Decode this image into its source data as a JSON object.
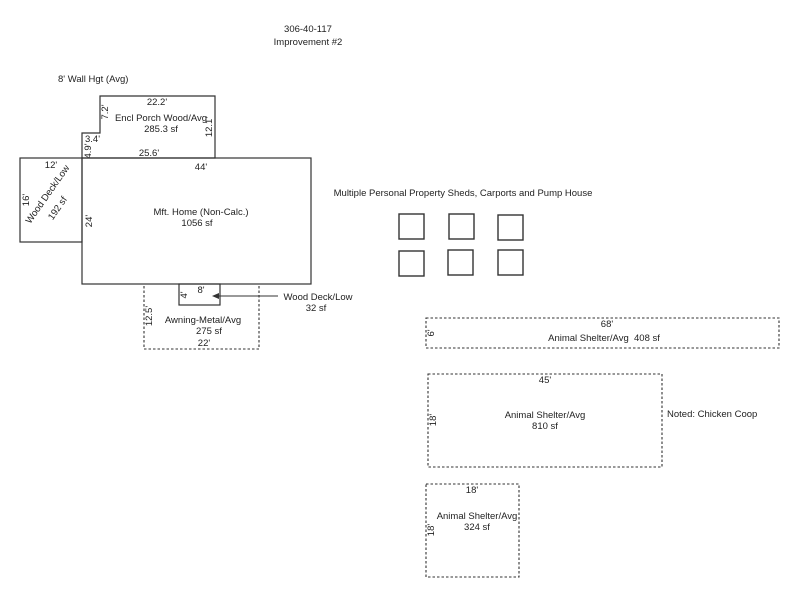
{
  "header": {
    "parcel_id": "306-40-117",
    "improvement": "Improvement #2"
  },
  "wall_height": "8' Wall Hgt (Avg)",
  "areas": {
    "porch": {
      "name": "Encl Porch Wood/Avg",
      "area": "285.3 sf",
      "dims": {
        "top": "22.2'",
        "left_upper": "7.2'",
        "step": "3.4'",
        "left_lower": "4.9'",
        "bottom": "25.6'",
        "right": "12.1'"
      }
    },
    "home": {
      "name": "Mft. Home (Non-Calc.)",
      "area": "1056 sf",
      "dims": {
        "top": "44'",
        "left": "24'"
      }
    },
    "deck_left": {
      "name": "Wood Deck/Low",
      "area": "192 sf",
      "dims": {
        "top": "12'",
        "left": "16'"
      }
    },
    "awning": {
      "name": "Awning-Metal/Avg",
      "area": "275 sf",
      "dims": {
        "left": "12.5'",
        "bottom": "22'"
      }
    },
    "deck_small": {
      "name": "Wood Deck/Low",
      "area": "32 sf",
      "dims": {
        "top": "8'",
        "left": "4'"
      }
    },
    "sheds": {
      "caption": "Multiple Personal Property Sheds, Carports and Pump House",
      "count": 6
    },
    "shelter1": {
      "name": "Animal Shelter/Avg  408 sf",
      "dims": {
        "top": "68'",
        "left": "6'"
      }
    },
    "shelter2": {
      "name": "Animal Shelter/Avg",
      "area": "810 sf",
      "note": "Noted: Chicken Coop",
      "dims": {
        "top": "45'",
        "left": "18'"
      }
    },
    "shelter3": {
      "name": "Animal Shelter/Avg",
      "area": "324 sf",
      "dims": {
        "top": "18'",
        "left": "18'"
      }
    }
  },
  "colors": {
    "line": "#333333",
    "text": "#222222",
    "background": "#ffffff"
  }
}
